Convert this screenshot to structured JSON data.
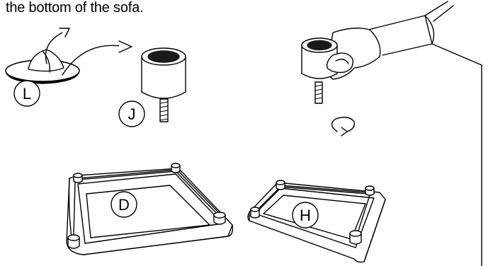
{
  "caption": "the bottom of the sofa.",
  "labels": {
    "leg_pad": "L",
    "leg_socket": "J",
    "frame_left": "D",
    "frame_right": "H"
  },
  "colors": {
    "line": "#000000",
    "fill": "#ffffff",
    "dark": "#1a1a1a"
  }
}
